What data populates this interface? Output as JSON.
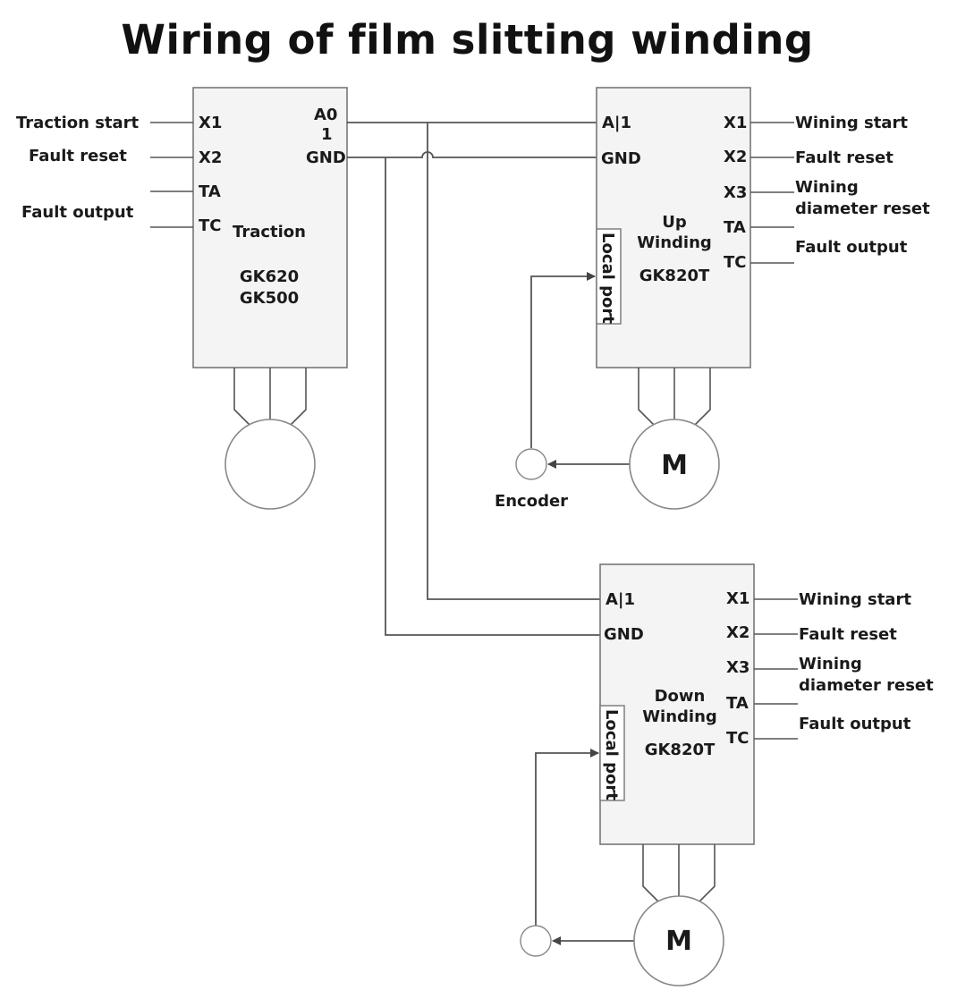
{
  "title": "Wiring of film slitting winding",
  "traction": {
    "name": "Traction",
    "model_1": "GK620",
    "model_2": "GK500",
    "pins": {
      "x1": "X1",
      "x2": "X2",
      "ta": "TA",
      "tc": "TC",
      "ao_a": "A0",
      "ao_b": "1",
      "gnd": "GND"
    },
    "signals": {
      "start": "Traction start",
      "reset": "Fault reset",
      "fault": "Fault output"
    }
  },
  "up_winding": {
    "name_1": "Up",
    "name_2": "Winding",
    "model": "GK820T",
    "port": "Local port",
    "pins": {
      "ai": "A|1",
      "gnd": "GND",
      "x1": "X1",
      "x2": "X2",
      "x3": "X3",
      "ta": "TA",
      "tc": "TC"
    },
    "signals": {
      "start": "Wining start",
      "reset": "Fault reset",
      "diameter_1": "Wining",
      "diameter_2": "diameter reset",
      "fault": "Fault output"
    },
    "motor": "M",
    "encoder": "Encoder"
  },
  "down_winding": {
    "name_1": "Down",
    "name_2": "Winding",
    "model": "GK820T",
    "port": "Local port",
    "pins": {
      "ai": "A|1",
      "gnd": "GND",
      "x1": "X1",
      "x2": "X2",
      "x3": "X3",
      "ta": "TA",
      "tc": "TC"
    },
    "signals": {
      "start": "Wining start",
      "reset": "Fault reset",
      "diameter_1": "Wining",
      "diameter_2": "diameter reset",
      "fault": "Fault output"
    },
    "motor": "M"
  }
}
